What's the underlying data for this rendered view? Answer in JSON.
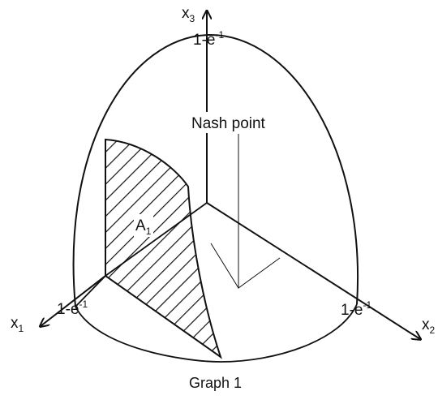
{
  "diagram": {
    "axes": {
      "x1": {
        "name": "x",
        "index": "1"
      },
      "x2": {
        "name": "x",
        "index": "2"
      },
      "x3": {
        "name": "x",
        "index": "3"
      }
    },
    "intercept": {
      "base": "1-e",
      "exponent": "-1"
    },
    "nash_label": "Nash point",
    "region": {
      "name": "A",
      "index": "1"
    },
    "caption": "Graph 1"
  }
}
